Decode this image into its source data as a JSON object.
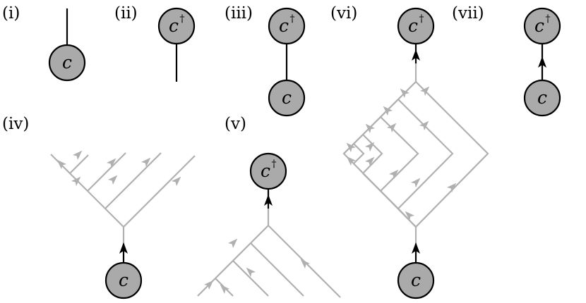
{
  "panels": {
    "i": "(i)",
    "ii": "(ii)",
    "iii": "(iii)",
    "iv": "(iv)",
    "v": "(v)",
    "vi": "(vi)",
    "vii": "(vii)"
  },
  "nodes": {
    "c": "c",
    "dagger": "†"
  },
  "colors": {
    "node_fill": "#aaaaaa",
    "black_line": "#000000",
    "gray_line": "#b0b0b0"
  }
}
